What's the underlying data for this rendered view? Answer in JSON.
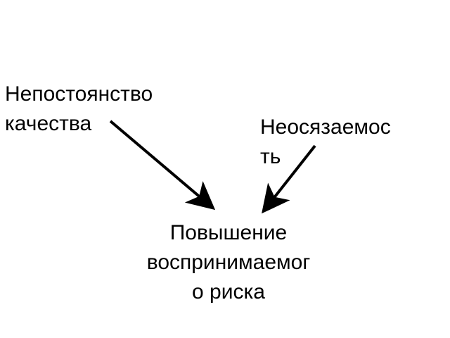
{
  "diagram": {
    "nodes": {
      "cause_left": {
        "lines": [
          "Непостоянство",
          "качества"
        ]
      },
      "cause_right": {
        "lines": [
          "Неосязаемос",
          "ть"
        ]
      },
      "effect": {
        "lines": [
          "Повышение",
          "воспринимаемог",
          "о риска"
        ]
      }
    },
    "edges": [
      {
        "from": "cause_left",
        "to": "effect"
      },
      {
        "from": "cause_right",
        "to": "effect"
      }
    ],
    "colors": {
      "text": "#000000",
      "arrow": "#000000",
      "background": "#ffffff"
    }
  }
}
